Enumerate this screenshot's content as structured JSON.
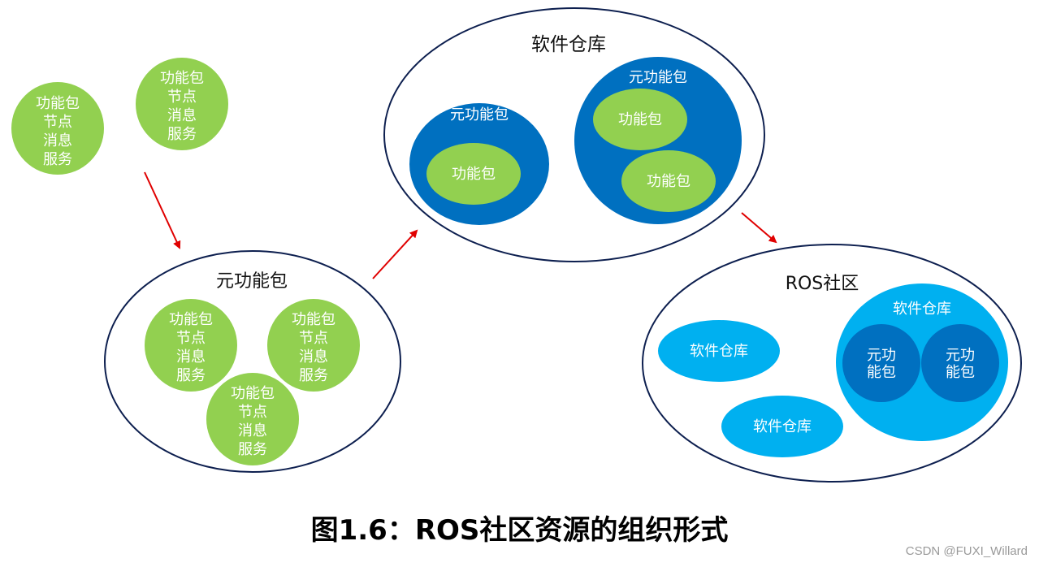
{
  "colors": {
    "package_green": "#92d050",
    "meta_blue": "#0070c0",
    "repo_light_blue": "#00b0f0",
    "outline_navy": "#0d1f4f",
    "arrow_red": "#e00000"
  },
  "loose_packages": [
    {
      "lines": [
        "功能包",
        "节点",
        "消息",
        "服务"
      ]
    },
    {
      "lines": [
        "功能包",
        "节点",
        "消息",
        "服务"
      ]
    }
  ],
  "metapackage_group": {
    "title": "元功能包",
    "packages": [
      {
        "lines": [
          "功能包",
          "节点",
          "消息",
          "服务"
        ]
      },
      {
        "lines": [
          "功能包",
          "节点",
          "消息",
          "服务"
        ]
      },
      {
        "lines": [
          "功能包",
          "节点",
          "消息",
          "服务"
        ]
      }
    ]
  },
  "repository_group": {
    "title": "软件仓库",
    "metapackage_left": {
      "title": "元功能包",
      "packages": [
        "功能包"
      ]
    },
    "metapackage_right": {
      "title": "元功能包",
      "packages": [
        "功能包",
        "功能包"
      ]
    }
  },
  "community_group": {
    "title": "ROS社区",
    "repositories": [
      "软件仓库",
      "软件仓库"
    ],
    "big_repository": {
      "title": "软件仓库",
      "metapackages": [
        [
          "元功",
          "能包"
        ],
        [
          "元功",
          "能包"
        ]
      ]
    }
  },
  "caption": "图1.6：ROS社区资源的组织形式",
  "watermark": "CSDN @FUXI_Willard"
}
